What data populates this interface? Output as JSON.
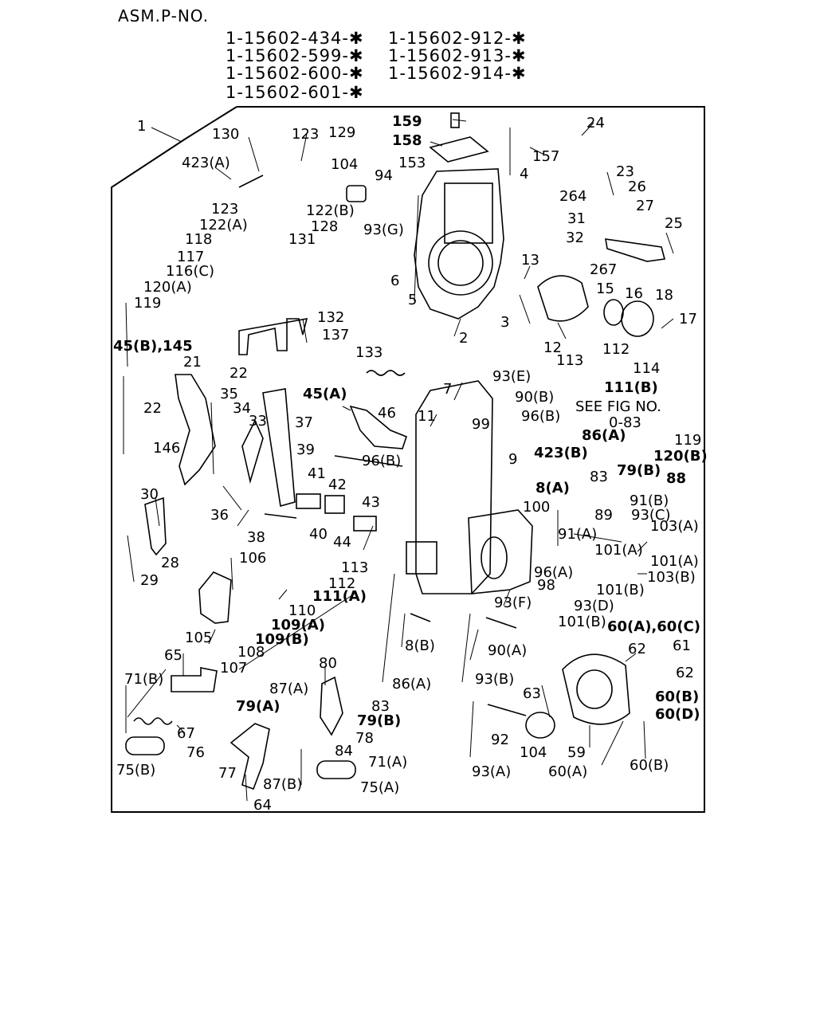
{
  "header": {
    "asm_label": "ASM.P-NO.",
    "part_numbers_left": [
      "1-15602-434-✱",
      "1-15602-599-✱",
      "1-15602-600-✱",
      "1-15602-601-✱"
    ],
    "part_numbers_right": [
      "1-15602-912-✱",
      "1-15602-913-✱",
      "1-15602-914-✱"
    ]
  },
  "diagram": {
    "note": "SEE FIG NO.",
    "labels": [
      "1",
      "130",
      "123",
      "129",
      "423(A)",
      "104",
      "94",
      "122(B)",
      "123",
      "122(A)",
      "118",
      "117",
      "116(C)",
      "120(A)",
      "119",
      "131",
      "128",
      "159",
      "158",
      "153",
      "157",
      "24",
      "4",
      "23",
      "26",
      "27",
      "264",
      "31",
      "32",
      "267",
      "25",
      "93(G)",
      "6",
      "5",
      "13",
      "2",
      "3",
      "12",
      "15",
      "16",
      "18",
      "17",
      "132",
      "137",
      "133",
      "45(B),145",
      "21",
      "22",
      "22",
      "35",
      "34",
      "33",
      "37",
      "39",
      "146",
      "30",
      "28",
      "29",
      "36",
      "38",
      "40",
      "41",
      "42",
      "43",
      "44",
      "45(A)",
      "46",
      "96(B)",
      "11",
      "7",
      "93(E)",
      "90(B)",
      "96(B)",
      "99",
      "9",
      "113",
      "112",
      "114",
      "111(B)",
      "0-83",
      "86(A)",
      "119",
      "423(B)",
      "120(B)",
      "79(B)",
      "83",
      "88",
      "8(A)",
      "100",
      "89",
      "91(B)",
      "93(C)",
      "103(A)",
      "91(A)",
      "101(A)",
      "101(A)",
      "96(A)",
      "103(B)",
      "101(B)",
      "93(D)",
      "101(B)",
      "98",
      "93(F)",
      "106",
      "113",
      "112",
      "111(A)",
      "110",
      "109(A)",
      "109(B)",
      "105",
      "108",
      "107",
      "65",
      "8(B)",
      "90(A)",
      "93(B)",
      "80",
      "87(A)",
      "86(A)",
      "83",
      "79(A)",
      "79(B)",
      "78",
      "84",
      "71(A)",
      "87(B)",
      "75(A)",
      "71(B)",
      "67",
      "76",
      "77",
      "64",
      "75(B)",
      "60(A),60(C)",
      "62",
      "61",
      "62",
      "63",
      "60(B)",
      "60(D)",
      "92",
      "104",
      "59",
      "93(A)",
      "60(A)",
      "60(B)"
    ]
  }
}
